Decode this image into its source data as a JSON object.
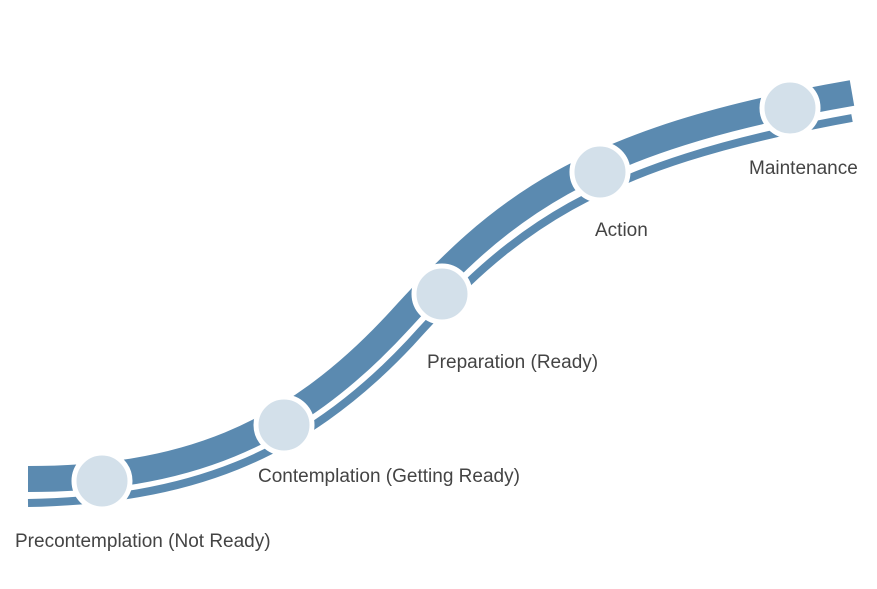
{
  "diagram": {
    "colors": {
      "band": "#5b8ab0",
      "node_fill": "#d3e0ea",
      "node_stroke": "#ffffff",
      "label": "#444444",
      "background": "#ffffff"
    },
    "stages": [
      {
        "label": "Precontemplation (Not Ready)"
      },
      {
        "label": "Contemplation (Getting Ready)"
      },
      {
        "label": "Preparation (Ready)"
      },
      {
        "label": "Action"
      },
      {
        "label": "Maintenance"
      }
    ]
  }
}
